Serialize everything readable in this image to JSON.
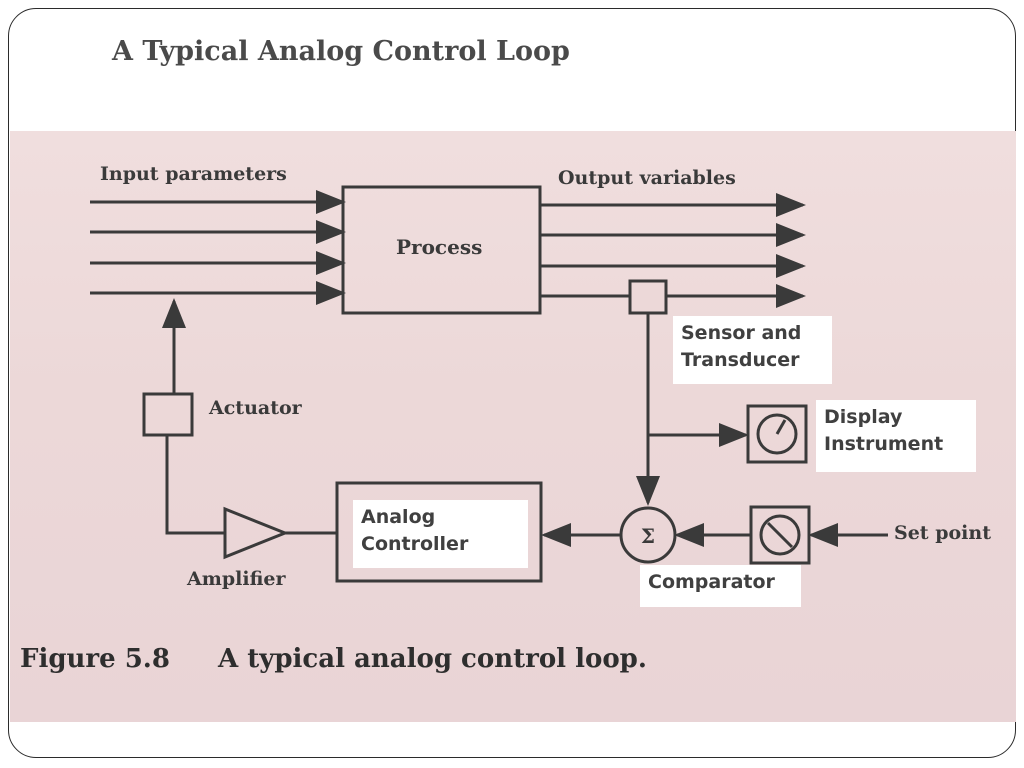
{
  "slide": {
    "title": "A Typical Analog Control Loop"
  },
  "figure": {
    "printed_labels": {
      "input": "Input parameters",
      "output": "Output variables",
      "process": "Process",
      "actuator": "Actuator",
      "amplifier": "Amplifier",
      "set_point": "Set point",
      "comparator_symbol": "Σ",
      "figure_number": "Figure 5.8",
      "caption": "A typical analog control loop."
    },
    "callouts": {
      "sensor": [
        "Sensor and",
        "Transducer"
      ],
      "display": [
        "Display",
        "Instrument"
      ],
      "analog_controller": [
        "Analog",
        "Controller"
      ],
      "comparator": "Comparator"
    }
  },
  "colors": {
    "photo_background": "#ecd8d8",
    "ink": "#3a3a3a",
    "callout_background": "#ffffff",
    "title": "#4a4a4a"
  }
}
